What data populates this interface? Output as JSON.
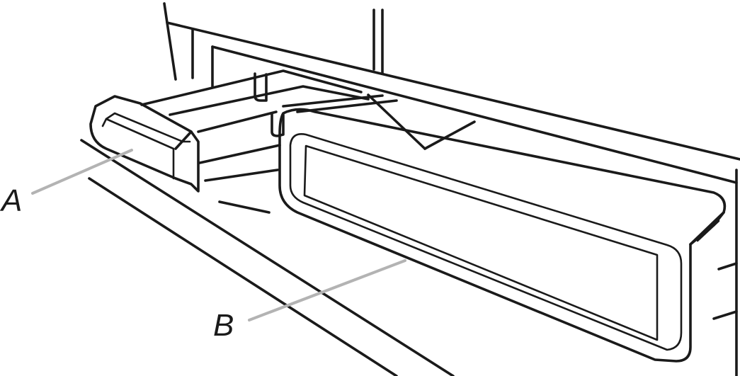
{
  "callouts": [
    {
      "id": "A",
      "text": "A"
    },
    {
      "id": "B",
      "text": "B"
    }
  ],
  "colors": {
    "line": "#1a1a1a",
    "leader": "#b3b3b3",
    "background": "#ffffff"
  }
}
